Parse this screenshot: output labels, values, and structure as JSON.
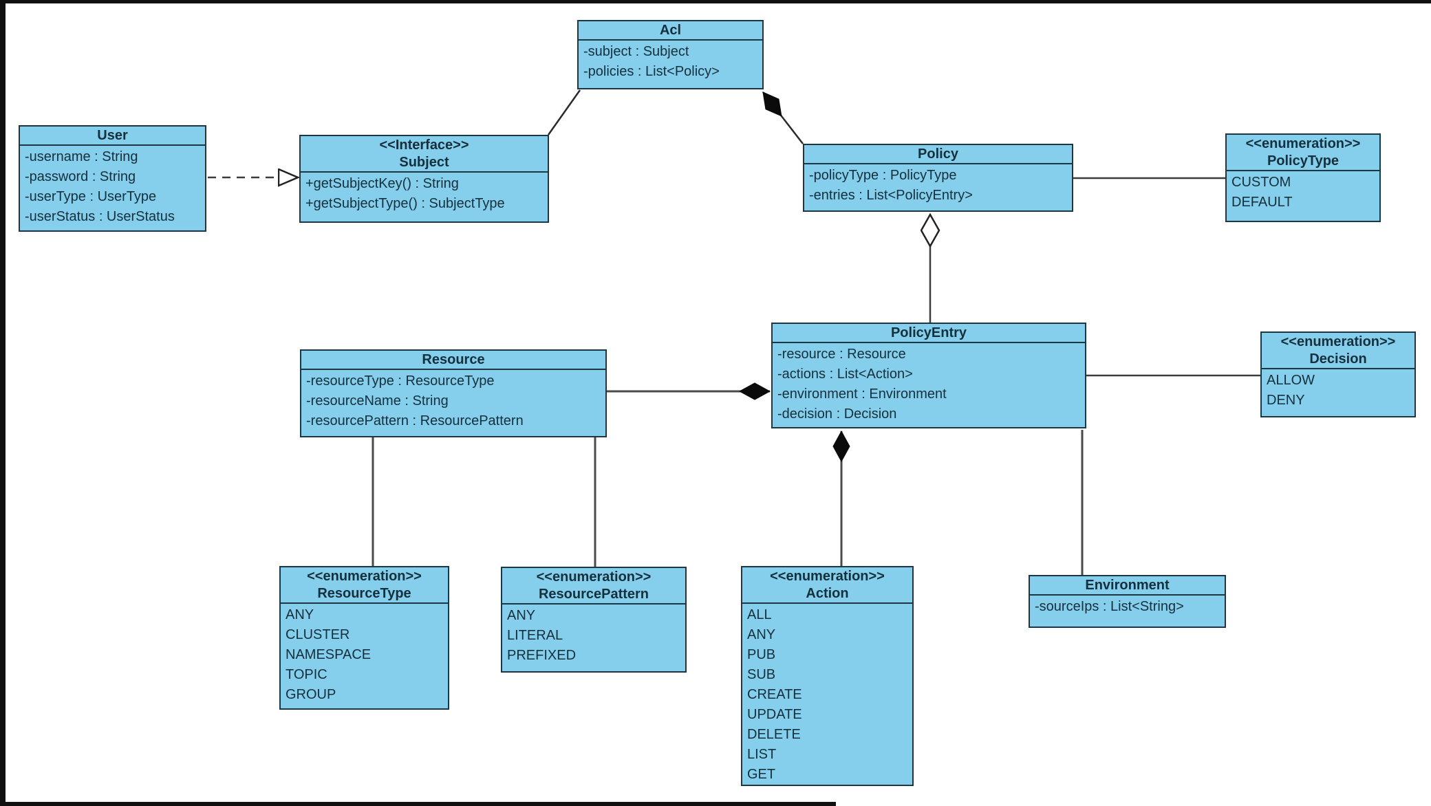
{
  "diagram": {
    "kind": "uml-class-diagram",
    "colors": {
      "box_fill": "#85ceec",
      "box_border": "#1b3744",
      "text": "#13303c",
      "connector": "#3c3c3c",
      "background": "#ffffff"
    }
  },
  "classes": [
    {
      "id": "acl",
      "name": "Acl",
      "attributes": [
        "-subject : Subject",
        "-policies : List<Policy>"
      ]
    },
    {
      "id": "user",
      "name": "User",
      "attributes": [
        "-username : String",
        "-password : String",
        "-userType : UserType",
        "-userStatus : UserStatus"
      ]
    },
    {
      "id": "subject",
      "stereotype": "<<Interface>>",
      "name": "Subject",
      "attributes": [
        "+getSubjectKey() : String",
        "+getSubjectType() : SubjectType"
      ]
    },
    {
      "id": "policy",
      "name": "Policy",
      "attributes": [
        "-policyType : PolicyType",
        "-entries : List<PolicyEntry>"
      ]
    },
    {
      "id": "policy-type",
      "stereotype": "<<enumeration>>",
      "name": "PolicyType",
      "attributes": [
        "CUSTOM",
        "DEFAULT"
      ]
    },
    {
      "id": "resource",
      "name": "Resource",
      "attributes": [
        "-resourceType : ResourceType",
        "-resourceName : String",
        "-resourcePattern : ResourcePattern"
      ]
    },
    {
      "id": "policy-entry",
      "name": "PolicyEntry",
      "attributes": [
        "-resource : Resource",
        "-actions : List<Action>",
        "-environment : Environment",
        "-decision : Decision"
      ]
    },
    {
      "id": "decision",
      "stereotype": "<<enumeration>>",
      "name": "Decision",
      "attributes": [
        "ALLOW",
        "DENY"
      ]
    },
    {
      "id": "resource-type",
      "stereotype": "<<enumeration>>",
      "name": "ResourceType",
      "attributes": [
        "ANY",
        "CLUSTER",
        "NAMESPACE",
        "TOPIC",
        "GROUP"
      ]
    },
    {
      "id": "resource-pattern",
      "stereotype": "<<enumeration>>",
      "name": "ResourcePattern",
      "attributes": [
        "ANY",
        "LITERAL",
        "PREFIXED"
      ]
    },
    {
      "id": "action",
      "stereotype": "<<enumeration>>",
      "name": "Action",
      "attributes": [
        "ALL",
        "ANY",
        "PUB",
        "SUB",
        "CREATE",
        "UPDATE",
        "DELETE",
        "LIST",
        "GET"
      ]
    },
    {
      "id": "environment",
      "name": "Environment",
      "attributes": [
        "-sourceIps : List<String>"
      ]
    }
  ],
  "relationships": [
    {
      "type": "realization",
      "from": "User",
      "to": "Subject"
    },
    {
      "type": "association",
      "from": "Acl",
      "to": "Subject"
    },
    {
      "type": "composition",
      "owner": "Acl",
      "part": "Policy"
    },
    {
      "type": "aggregation",
      "owner": "Policy",
      "part": "PolicyEntry"
    },
    {
      "type": "association",
      "from": "Policy",
      "to": "PolicyType"
    },
    {
      "type": "composition",
      "owner": "PolicyEntry",
      "part": "Resource"
    },
    {
      "type": "association",
      "from": "PolicyEntry",
      "to": "Decision"
    },
    {
      "type": "composition",
      "owner": "PolicyEntry",
      "part": "Action"
    },
    {
      "type": "association",
      "from": "PolicyEntry",
      "to": "Environment"
    },
    {
      "type": "association",
      "from": "Resource",
      "to": "ResourceType"
    },
    {
      "type": "association",
      "from": "Resource",
      "to": "ResourcePattern"
    }
  ]
}
